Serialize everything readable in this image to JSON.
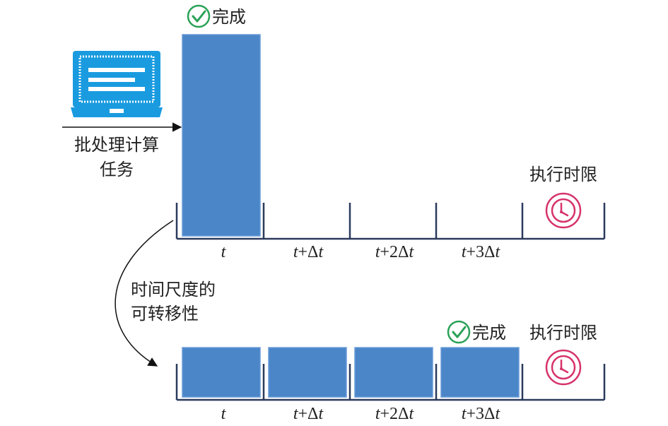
{
  "labels": {
    "done": "完成",
    "deadline": "执行时限",
    "task_line1": "批处理计算",
    "task_line2": "任务",
    "transfer_line1": "时间尺度的",
    "transfer_line2": "可转移性"
  },
  "time_axis": {
    "slots": [
      {
        "var": "t",
        "suffix": ""
      },
      {
        "var": "t",
        "suffix": "+Δ",
        "tail": "t"
      },
      {
        "var": "t",
        "suffix": "+2Δ",
        "tail": "t"
      },
      {
        "var": "t",
        "suffix": "+3Δ",
        "tail": "t"
      }
    ]
  },
  "colors": {
    "bar": "#4a86c8",
    "bar_edge": "#6a9bd8",
    "axis": "#2b3a5c",
    "check": "#2aa157",
    "clock": "#d6336c",
    "laptop": "#1a9be0"
  },
  "icons": {
    "laptop": "laptop-icon",
    "check": "check-circle-icon",
    "clock": "clock-icon"
  }
}
